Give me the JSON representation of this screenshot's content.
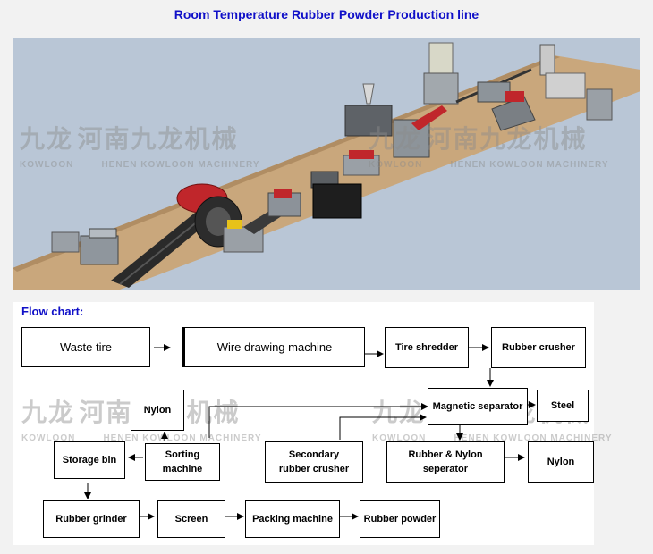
{
  "title": "Room Temperature Rubber Powder Production line",
  "flow_label": "Flow chart:",
  "watermark": {
    "brand_cn": "九龙",
    "brand_en": "KOWLOON",
    "company_cn": "河南九龙机械",
    "company_en": "HENEN KOWLOON MACHINERY"
  },
  "nodes": {
    "waste_tire": "Waste tire",
    "wire_drawing": "Wire drawing machine",
    "tire_shredder": "Tire shredder",
    "rubber_crusher": "Rubber crusher",
    "magnetic_separator": "Magnetic separator",
    "steel": "Steel",
    "rubber_nylon_line1": "Rubber & Nylon",
    "rubber_nylon_line2": "seperator",
    "nylon_right": "Nylon",
    "secondary_line1": "Secondary",
    "secondary_line2": "rubber crusher",
    "nylon_top": "Nylon",
    "sorting_line1": "Sorting",
    "sorting_line2": "machine",
    "storage_bin": "Storage bin",
    "rubber_grinder": "Rubber grinder",
    "screen": "Screen",
    "packing_machine": "Packing machine",
    "rubber_powder": "Rubber powder"
  },
  "colors": {
    "title": "#1010c8",
    "floor": "#c9a77c",
    "background": "#b9c6d6",
    "machine_red": "#c0262b"
  }
}
